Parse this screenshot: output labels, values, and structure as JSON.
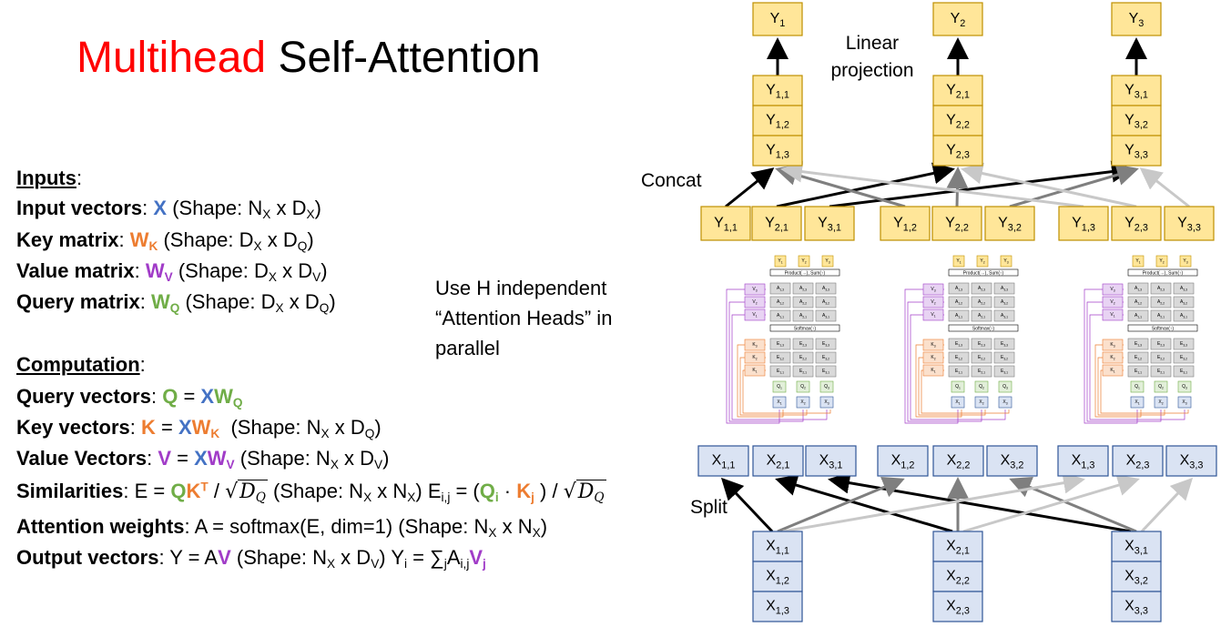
{
  "title": {
    "colored": "Multihead",
    "rest": " Self-Attention"
  },
  "inputs": {
    "heading": "Inputs",
    "input_vectors": {
      "label": "Input vectors",
      "sym": "X",
      "shape": "(Shape: N",
      "s1": "X",
      "mid": " x D",
      "s2": "X",
      "end": ")"
    },
    "key_matrix": {
      "label": "Key matrix",
      "sym": "W",
      "sub": "K",
      "shape": " (Shape: D",
      "s1": "X",
      "mid": " x D",
      "s2": "Q",
      "end": ")"
    },
    "value_matrix": {
      "label": "Value matrix",
      "sym": "W",
      "sub": "V",
      "shape": " (Shape: D",
      "s1": "X",
      "mid": " x D",
      "s2": "V",
      "end": ")"
    },
    "query_matrix": {
      "label": "Query matrix",
      "sym": "W",
      "sub": "Q",
      "shape": " (Shape: D",
      "s1": "X",
      "mid": " x D",
      "s2": "Q",
      "end": ")"
    }
  },
  "computation": {
    "heading": "Computation",
    "query_vectors": "Query vectors",
    "key_vectors": "Key vectors",
    "value_vectors": "Value Vectors",
    "similarities": "Similarities",
    "attention_weights": "Attention weights",
    "attention_formula": "A = softmax(E, dim=1)  (Shape: N",
    "output_vectors": "Output vectors"
  },
  "notes": {
    "parallel": [
      "Use H independent",
      "“Attention Heads” in",
      "parallel"
    ],
    "linear": [
      "Linear",
      "projection"
    ],
    "concat": "Concat",
    "split": "Split"
  },
  "colors": {
    "title_red": "#ff0000",
    "x_blue": "#4472c4",
    "k_orange": "#ed7d31",
    "v_purple": "#a13cc8",
    "q_green": "#70ad47",
    "y_fill": "#ffe699",
    "y_stroke": "#bf9000",
    "x_fill": "#dae3f3",
    "x_stroke": "#2f5597"
  },
  "diagram": {
    "outputs": [
      "Y1",
      "Y2",
      "Y3"
    ],
    "concat_stacks": [
      [
        "Y1,1",
        "Y1,2",
        "Y1,3"
      ],
      [
        "Y2,1",
        "Y2,2",
        "Y2,3"
      ],
      [
        "Y3,1",
        "Y3,2",
        "Y3,3"
      ]
    ],
    "head_outputs": [
      "Y1,1",
      "Y2,1",
      "Y3,1",
      "Y1,2",
      "Y2,2",
      "Y3,2",
      "Y1,3",
      "Y2,3",
      "Y3,3"
    ],
    "head_inputs": [
      "X1,1",
      "X2,1",
      "X3,1",
      "X1,2",
      "X2,2",
      "X3,2",
      "X1,3",
      "X2,3",
      "X3,3"
    ],
    "input_stacks": [
      [
        "X1,1",
        "X1,2",
        "X1,3"
      ],
      [
        "X2,1",
        "X2,2",
        "X2,3"
      ],
      [
        "X3,1",
        "X3,2",
        "X3,3"
      ]
    ],
    "mini_head": {
      "y": [
        "Y1",
        "Y2",
        "Y3"
      ],
      "product_sum": "Product(→), Sum(↑)",
      "softmax": "Softmax(↑)",
      "v": [
        "V3",
        "V2",
        "V1"
      ],
      "k": [
        "K3",
        "K2",
        "K1"
      ],
      "q": [
        "Q1",
        "Q2",
        "Q3"
      ],
      "x": [
        "X1",
        "X2",
        "X3"
      ],
      "a_rows": [
        [
          "A1,3",
          "A2,3",
          "A3,3"
        ],
        [
          "A1,2",
          "A2,2",
          "A3,2"
        ],
        [
          "A1,1",
          "A2,1",
          "A3,1"
        ]
      ],
      "e_rows": [
        [
          "E1,3",
          "E2,3",
          "E3,3"
        ],
        [
          "E1,2",
          "E2,2",
          "E3,2"
        ],
        [
          "E1,1",
          "E2,1",
          "E3,1"
        ]
      ]
    }
  }
}
